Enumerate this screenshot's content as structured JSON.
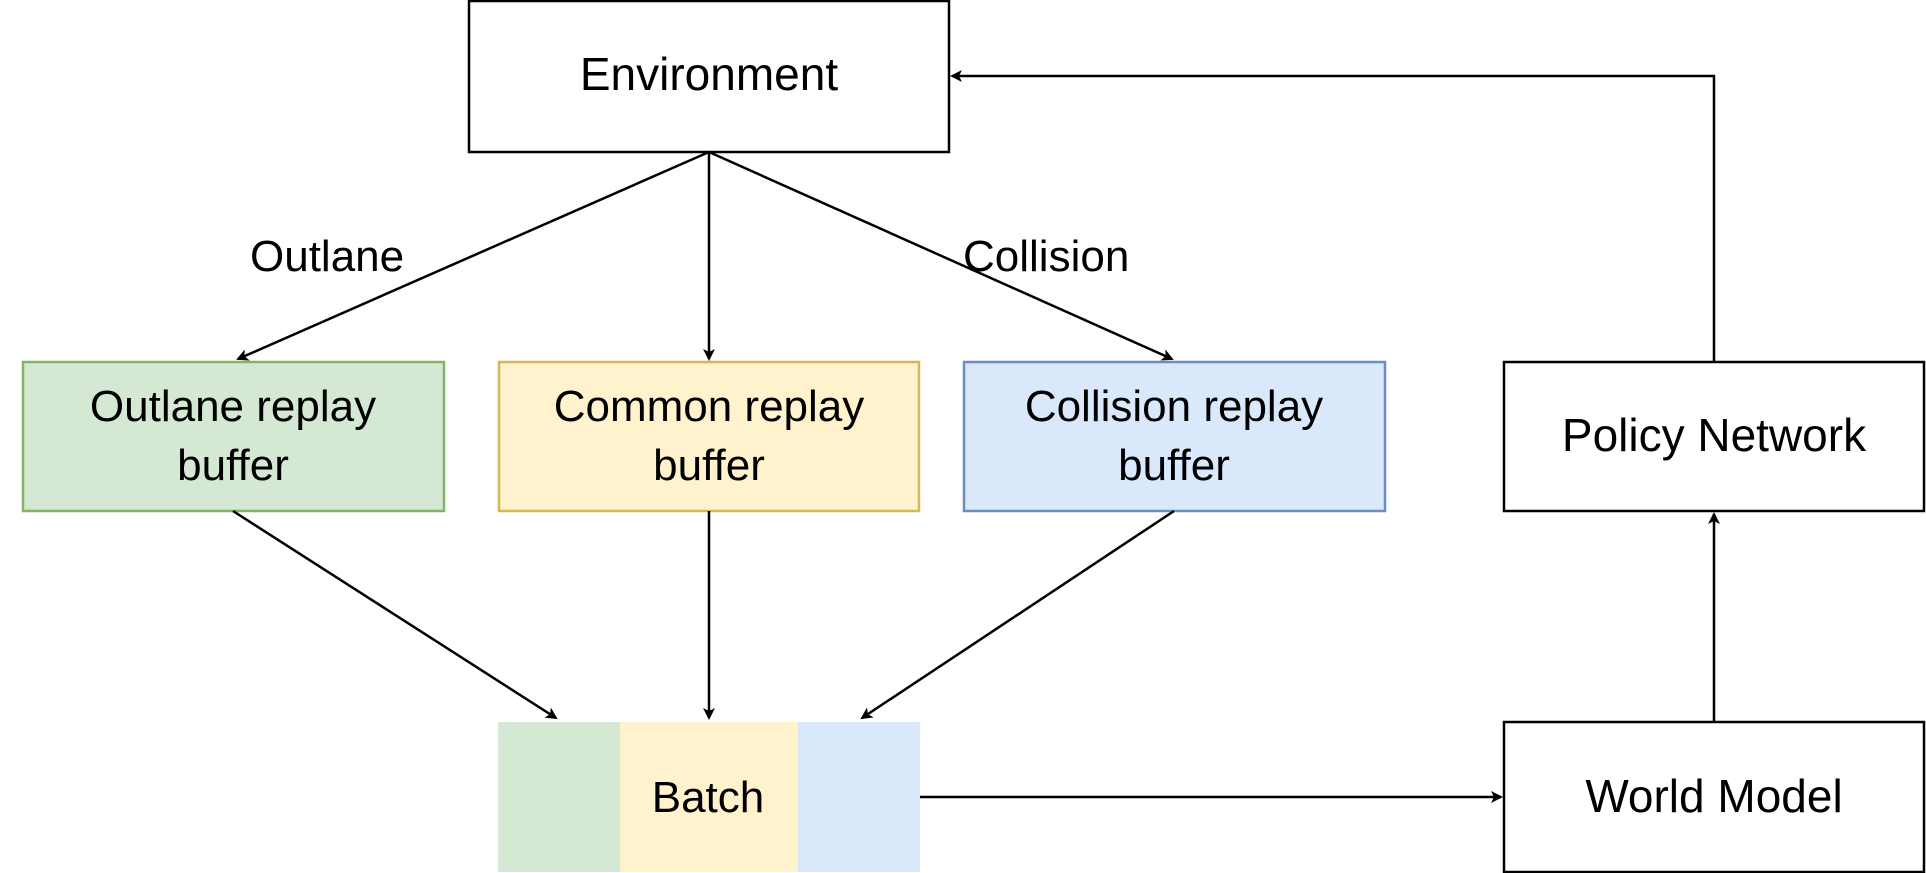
{
  "nodes": {
    "environment": {
      "label": "Environment"
    },
    "outlane_buffer": {
      "line1": "Outlane replay",
      "line2": "buffer",
      "fill": "#d5e8d4",
      "stroke": "#82b366"
    },
    "common_buffer": {
      "line1": "Common replay",
      "line2": "buffer",
      "fill": "#fff2cc",
      "stroke": "#d6b656"
    },
    "collision_buffer": {
      "line1": "Collision replay",
      "line2": "buffer",
      "fill": "#dae8fc",
      "stroke": "#6c8ebf"
    },
    "policy_network": {
      "label": "Policy Network"
    },
    "world_model": {
      "label": "World Model"
    },
    "batch": {
      "label": "Batch"
    }
  },
  "edge_labels": {
    "outlane": "Outlane",
    "collision": "Collision"
  },
  "colors": {
    "line": "#000000",
    "box_stroke": "#000000",
    "background": "#ffffff"
  }
}
